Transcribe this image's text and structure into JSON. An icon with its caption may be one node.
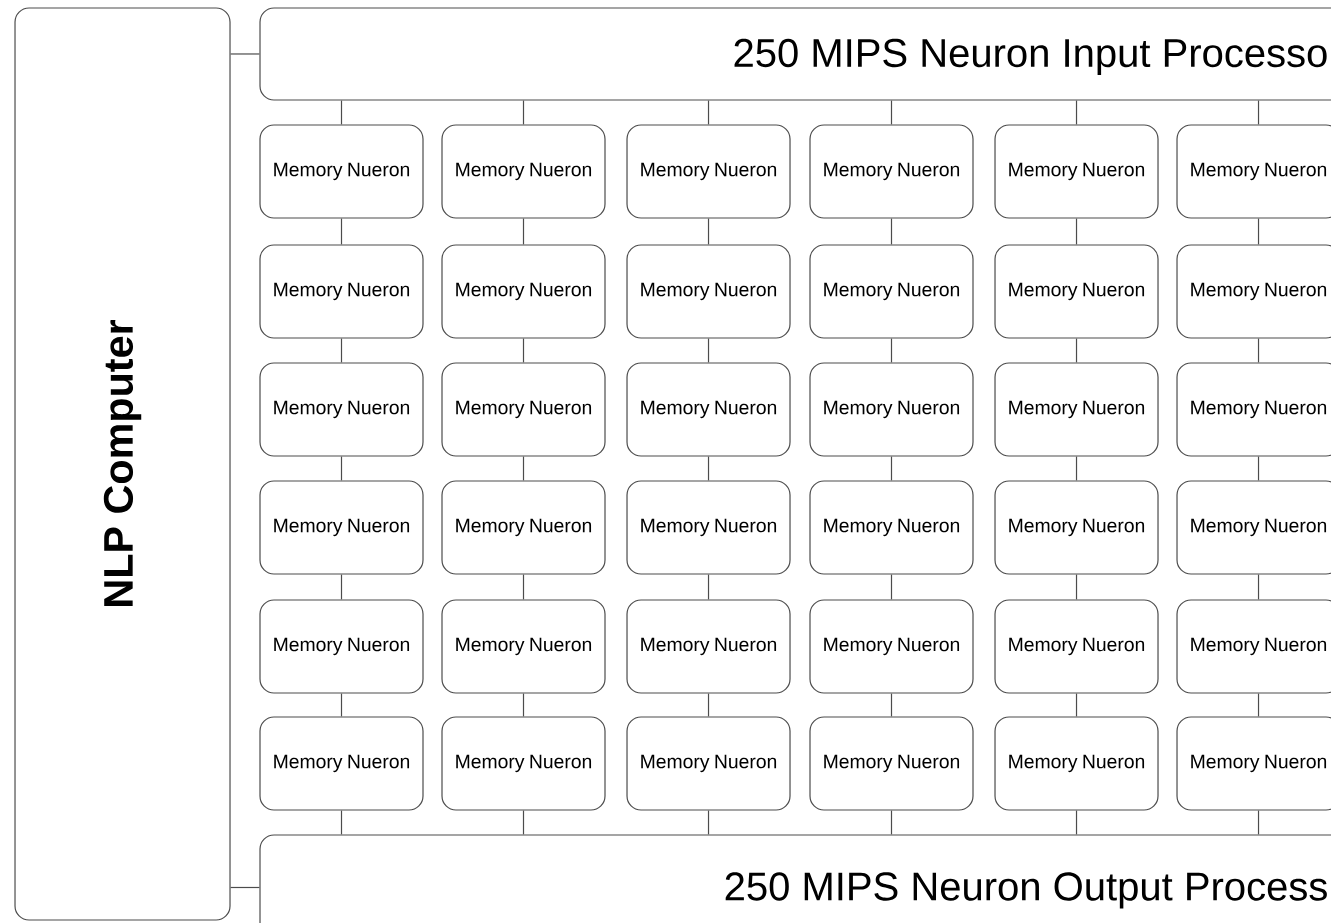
{
  "diagram": {
    "nodes": [
      {
        "text": [
          "NLP Computer"
        ]
      },
      {
        "text": [
          "250 MIPS Neuron Input Processo"
        ]
      },
      {
        "text": [
          "250 MIPS Neuron Output Process"
        ]
      },
      {
        "text": [
          "Memory Nueron"
        ]
      },
      {
        "text": [
          "Memory Nueron"
        ]
      },
      {
        "text": [
          "Memory Nueron"
        ]
      },
      {
        "text": [
          "Memory Nueron"
        ]
      },
      {
        "text": [
          "Memory Nueron"
        ]
      },
      {
        "text": [
          "Memory Nueron"
        ]
      },
      {
        "text": [
          "Memory Nueron"
        ]
      },
      {
        "text": [
          "Memory Nueron"
        ]
      },
      {
        "text": [
          "Memory Nueron"
        ]
      },
      {
        "text": [
          "Memory Nueron"
        ]
      },
      {
        "text": [
          "Memory Nueron"
        ]
      },
      {
        "text": [
          "Memory Nueron"
        ]
      },
      {
        "text": [
          "Memory Nueron"
        ]
      },
      {
        "text": [
          "Memory Nueron"
        ]
      },
      {
        "text": [
          "Memory Nueron"
        ]
      },
      {
        "text": [
          "Memory Nueron"
        ]
      },
      {
        "text": [
          "Memory Nueron"
        ]
      },
      {
        "text": [
          "Memory Nueron"
        ]
      },
      {
        "text": [
          "Memory Nueron"
        ]
      },
      {
        "text": [
          "Memory Nueron"
        ]
      },
      {
        "text": [
          "Memory Nueron"
        ]
      },
      {
        "text": [
          "Memory Nueron"
        ]
      },
      {
        "text": [
          "Memory Nueron"
        ]
      },
      {
        "text": [
          "Memory Nueron"
        ]
      },
      {
        "text": [
          "Memory Nueron"
        ]
      },
      {
        "text": [
          "Memory Nueron"
        ]
      },
      {
        "text": [
          "Memory Nueron"
        ]
      },
      {
        "text": [
          "Memory Nueron"
        ]
      },
      {
        "text": [
          "Memory Nueron"
        ]
      },
      {
        "text": [
          "Memory Nueron"
        ]
      },
      {
        "text": [
          "Memory Nueron"
        ]
      },
      {
        "text": [
          "Memory Nueron"
        ]
      },
      {
        "text": [
          "Memory Nueron"
        ]
      },
      {
        "text": [
          "Memory Nueron"
        ]
      },
      {
        "text": [
          "Memory Nueron"
        ]
      },
      {
        "text": [
          "Memory Nueron"
        ]
      }
    ],
    "edges": [
      {
        "from": 0,
        "to": 1,
        "arrow": "none"
      },
      {
        "from": 0,
        "to": 2,
        "arrow": "none"
      },
      {
        "from": 1,
        "to": 3,
        "arrow": "none"
      },
      {
        "from": 1,
        "to": 4,
        "arrow": "none"
      },
      {
        "from": 1,
        "to": 5,
        "arrow": "none"
      },
      {
        "from": 1,
        "to": 6,
        "arrow": "none"
      },
      {
        "from": 1,
        "to": 7,
        "arrow": "none"
      },
      {
        "from": 1,
        "to": 8,
        "arrow": "none"
      },
      {
        "from": 3,
        "to": 9,
        "arrow": "none"
      },
      {
        "from": 4,
        "to": 10,
        "arrow": "none"
      },
      {
        "from": 5,
        "to": 11,
        "arrow": "none"
      },
      {
        "from": 6,
        "to": 12,
        "arrow": "none"
      },
      {
        "from": 7,
        "to": 13,
        "arrow": "none"
      },
      {
        "from": 8,
        "to": 14,
        "arrow": "none"
      },
      {
        "from": 9,
        "to": 15,
        "arrow": "none"
      },
      {
        "from": 10,
        "to": 16,
        "arrow": "none"
      },
      {
        "from": 11,
        "to": 17,
        "arrow": "none"
      },
      {
        "from": 12,
        "to": 18,
        "arrow": "none"
      },
      {
        "from": 13,
        "to": 19,
        "arrow": "none"
      },
      {
        "from": 14,
        "to": 20,
        "arrow": "none"
      },
      {
        "from": 15,
        "to": 21,
        "arrow": "none"
      },
      {
        "from": 16,
        "to": 22,
        "arrow": "none"
      },
      {
        "from": 17,
        "to": 23,
        "arrow": "none"
      },
      {
        "from": 18,
        "to": 24,
        "arrow": "none"
      },
      {
        "from": 19,
        "to": 25,
        "arrow": "none"
      },
      {
        "from": 20,
        "to": 26,
        "arrow": "none"
      },
      {
        "from": 21,
        "to": 27,
        "arrow": "none"
      },
      {
        "from": 22,
        "to": 28,
        "arrow": "none"
      },
      {
        "from": 23,
        "to": 29,
        "arrow": "none"
      },
      {
        "from": 24,
        "to": 30,
        "arrow": "none"
      },
      {
        "from": 25,
        "to": 31,
        "arrow": "none"
      },
      {
        "from": 26,
        "to": 32,
        "arrow": "none"
      },
      {
        "from": 27,
        "to": 33,
        "arrow": "none"
      },
      {
        "from": 28,
        "to": 34,
        "arrow": "none"
      },
      {
        "from": 29,
        "to": 35,
        "arrow": "none"
      },
      {
        "from": 30,
        "to": 36,
        "arrow": "none"
      },
      {
        "from": 31,
        "to": 37,
        "arrow": "none"
      },
      {
        "from": 32,
        "to": 38,
        "arrow": "none"
      },
      {
        "from": 33,
        "to": 2,
        "arrow": "none"
      },
      {
        "from": 34,
        "to": 2,
        "arrow": "none"
      },
      {
        "from": 35,
        "to": 2,
        "arrow": "none"
      },
      {
        "from": 36,
        "to": 2,
        "arrow": "none"
      },
      {
        "from": 37,
        "to": 2,
        "arrow": "none"
      },
      {
        "from": 38,
        "to": 2,
        "arrow": "none"
      }
    ]
  }
}
